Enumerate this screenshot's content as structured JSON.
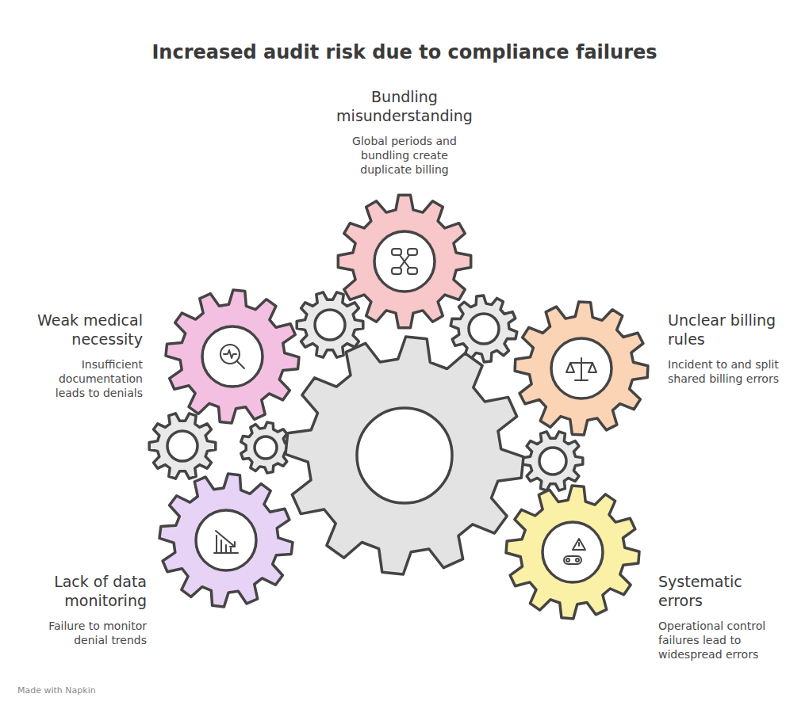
{
  "diagram": {
    "title": "Increased audit risk due to compliance failures",
    "nodes": [
      {
        "text": [
          "Bundling misunderstanding",
          "Global periods and bundling create duplicate billing"
        ]
      },
      {
        "text": [
          "Weak medical necessity",
          "Insufficient documentation leads to denials"
        ]
      },
      {
        "text": [
          "Unclear billing rules",
          "Incident to and split shared billing errors"
        ]
      },
      {
        "text": [
          "Lack of data monitoring",
          "Failure to monitor denial trends"
        ]
      },
      {
        "text": [
          "Systematic errors",
          "Operational control failures lead to widespread errors"
        ]
      }
    ],
    "labels": [
      "Made with Napkin"
    ]
  }
}
